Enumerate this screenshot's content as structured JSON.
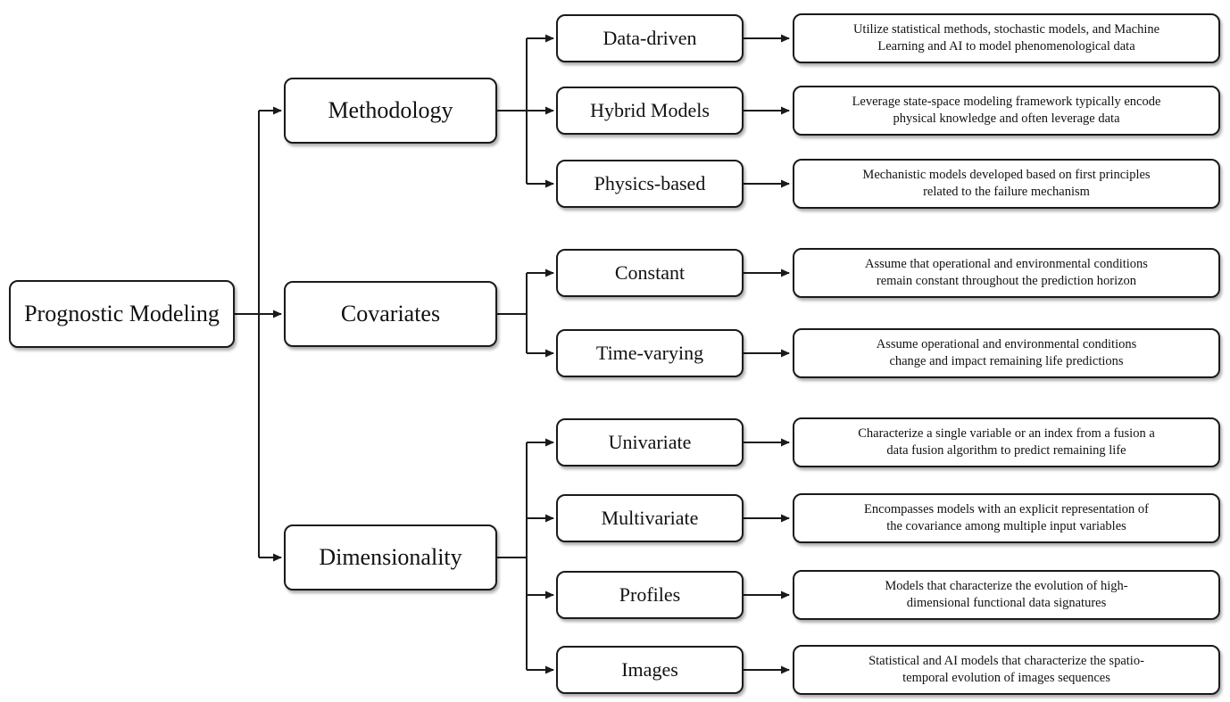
{
  "colors": {
    "stroke": "#1a1a1a",
    "fill": "#ffffff",
    "background": "#ffffff"
  },
  "diagram": {
    "root": {
      "label": "Prognostic Modeling"
    },
    "branches": [
      {
        "label": "Methodology",
        "children": [
          {
            "label": "Data-driven",
            "desc_line1": "Utilize statistical methods, stochastic models, and Machine",
            "desc_line2": "Learning and AI to model phenomenological data"
          },
          {
            "label": "Hybrid Models",
            "desc_line1": "Leverage state-space modeling framework typically encode",
            "desc_line2": "physical knowledge and often leverage data"
          },
          {
            "label": "Physics-based",
            "desc_line1": "Mechanistic models developed based on first principles",
            "desc_line2": "related to the failure mechanism"
          }
        ]
      },
      {
        "label": "Covariates",
        "children": [
          {
            "label": "Constant",
            "desc_line1": "Assume that operational and environmental conditions",
            "desc_line2": "remain constant throughout the prediction horizon"
          },
          {
            "label": "Time-varying",
            "desc_line1": "Assume operational and environmental conditions",
            "desc_line2": "change and impact remaining life predictions"
          }
        ]
      },
      {
        "label": "Dimensionality",
        "children": [
          {
            "label": "Univariate",
            "desc_line1": "Characterize a single variable or an index from a fusion a",
            "desc_line2": "data fusion algorithm to predict remaining life"
          },
          {
            "label": "Multivariate",
            "desc_line1": "Encompasses models with an explicit representation of",
            "desc_line2": "the covariance among multiple input variables"
          },
          {
            "label": "Profiles",
            "desc_line1": "Models that characterize the evolution of high-",
            "desc_line2": "dimensional functional data signatures"
          },
          {
            "label": "Images",
            "desc_line1": "Statistical and AI models that characterize the spatio-",
            "desc_line2": "temporal evolution of images sequences"
          }
        ]
      }
    ]
  }
}
